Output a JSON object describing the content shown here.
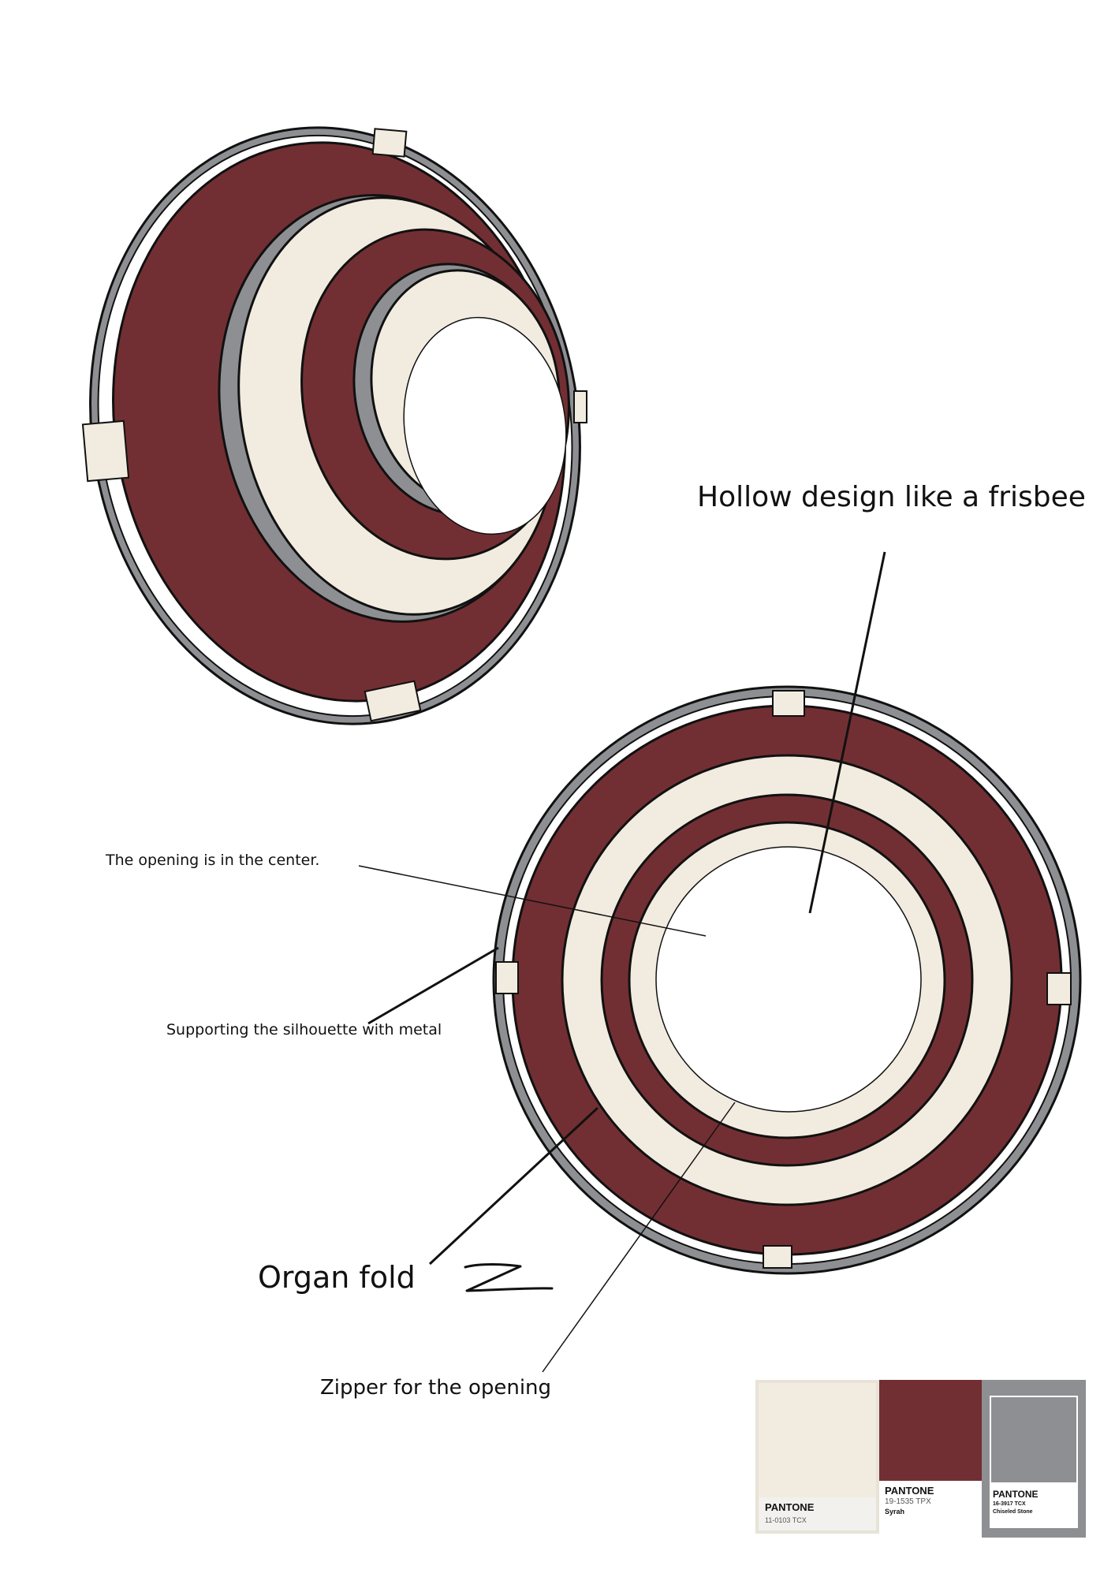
{
  "labels": {
    "hollow_design": "Hollow design like a frisbee",
    "opening_center": "The opening is in the center.",
    "supporting_metal": "Supporting the silhouette with metal",
    "organ_fold": "Organ fold",
    "zipper": "Zipper for the opening"
  },
  "palette": {
    "maroon": "#722f33",
    "cream": "#f2ece0",
    "metal_gray": "#8e8f92",
    "outline": "#111111"
  },
  "swatches": [
    {
      "brand": "PANTONE",
      "code": "11-0103 TCX",
      "name": "",
      "color": "#f2ece0"
    },
    {
      "brand": "PANTONE",
      "code": "19-1535 TPX",
      "name": "Syrah",
      "color": "#722f33"
    },
    {
      "brand": "PANTONE",
      "code": "16-3917 TCX",
      "name": "Chiseled Stone",
      "color": "#8e8f92"
    }
  ]
}
